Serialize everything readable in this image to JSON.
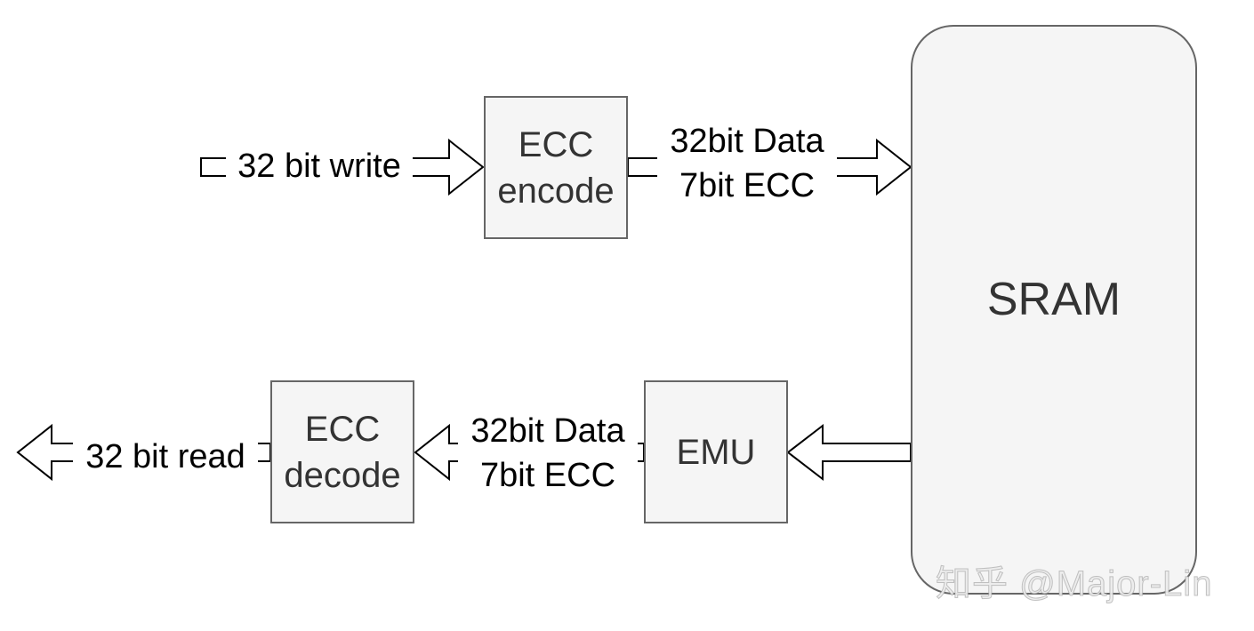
{
  "blocks": {
    "ecc_encode": [
      "ECC",
      "encode"
    ],
    "ecc_decode": [
      "ECC",
      "decode"
    ],
    "emu": "EMU",
    "sram": "SRAM"
  },
  "signals": {
    "write_in": "32 bit write",
    "encode_to_sram": [
      "32bit Data",
      "7bit ECC"
    ],
    "emu_to_decode": [
      "32bit Data",
      "7bit ECC"
    ],
    "read_out": "32 bit read"
  },
  "watermark": "知乎 @Major-Lin",
  "colors": {
    "block_fill": "#f5f5f5",
    "block_stroke": "#666666",
    "block_text": "#333333",
    "arrow_stroke": "#000000"
  }
}
